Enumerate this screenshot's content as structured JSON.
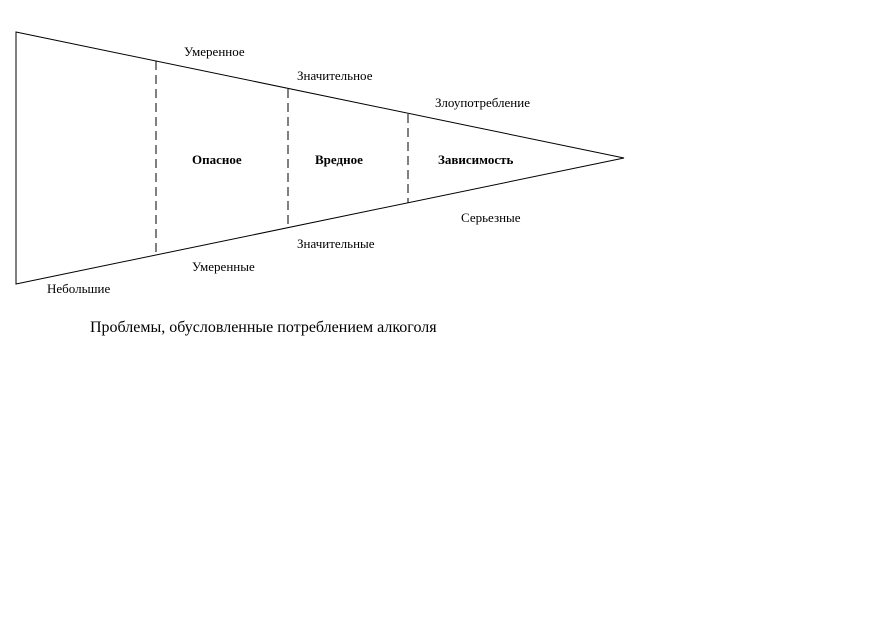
{
  "top_labels": [
    "Умеренное",
    "Значительное",
    "Злоупотребление"
  ],
  "zones": [
    "Опасное",
    "Вредное",
    "Зависимость"
  ],
  "bottom_labels": [
    "Небольшие",
    "Умеренные",
    "Значительные",
    "Серьезные"
  ],
  "caption": "Проблемы, обусловленные потреблением алкоголя"
}
